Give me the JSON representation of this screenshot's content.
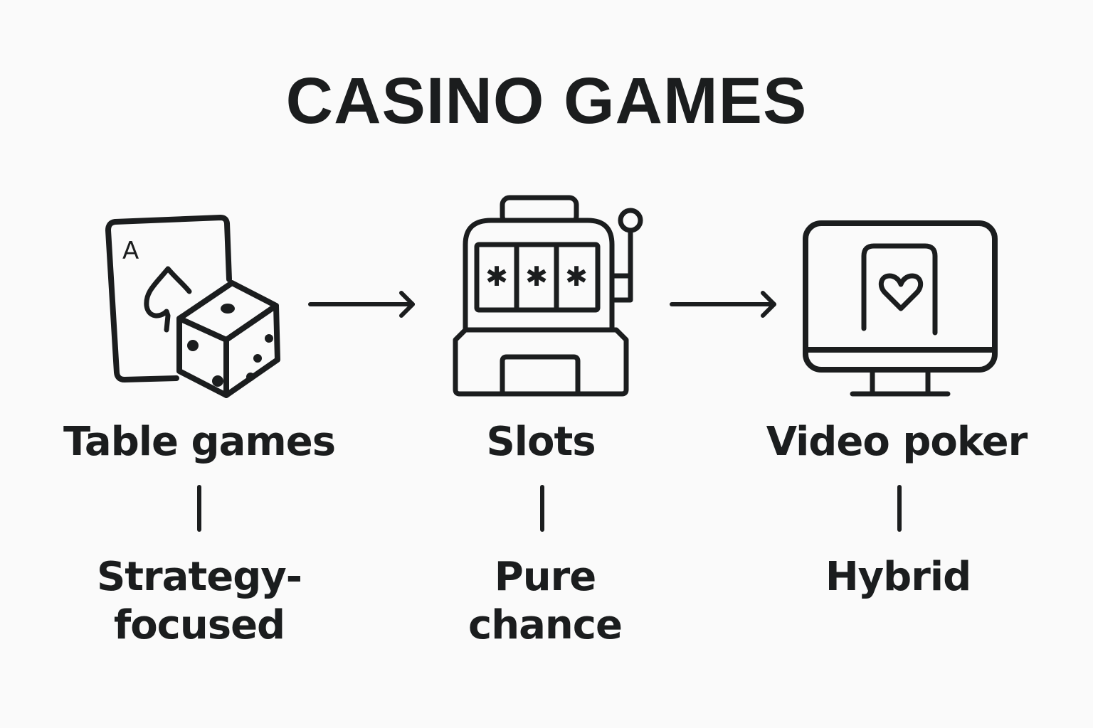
{
  "title": "CASINO GAMES",
  "colors": {
    "background": "#fafafa",
    "ink": "#1b1d1e"
  },
  "columns": [
    {
      "icon": "card-and-dice-icon",
      "card_rank": "A",
      "label": "Table games",
      "description_line1": "Strategy-",
      "description_line2": "focused"
    },
    {
      "icon": "slot-machine-icon",
      "label": "Slots",
      "description_line1": "Pure",
      "description_line2": "chance"
    },
    {
      "icon": "monitor-card-heart-icon",
      "label": "Video poker",
      "description_line1": "Hybrid",
      "description_line2": ""
    }
  ],
  "arrows": [
    {
      "icon": "arrow-right-icon"
    },
    {
      "icon": "arrow-right-icon"
    }
  ]
}
